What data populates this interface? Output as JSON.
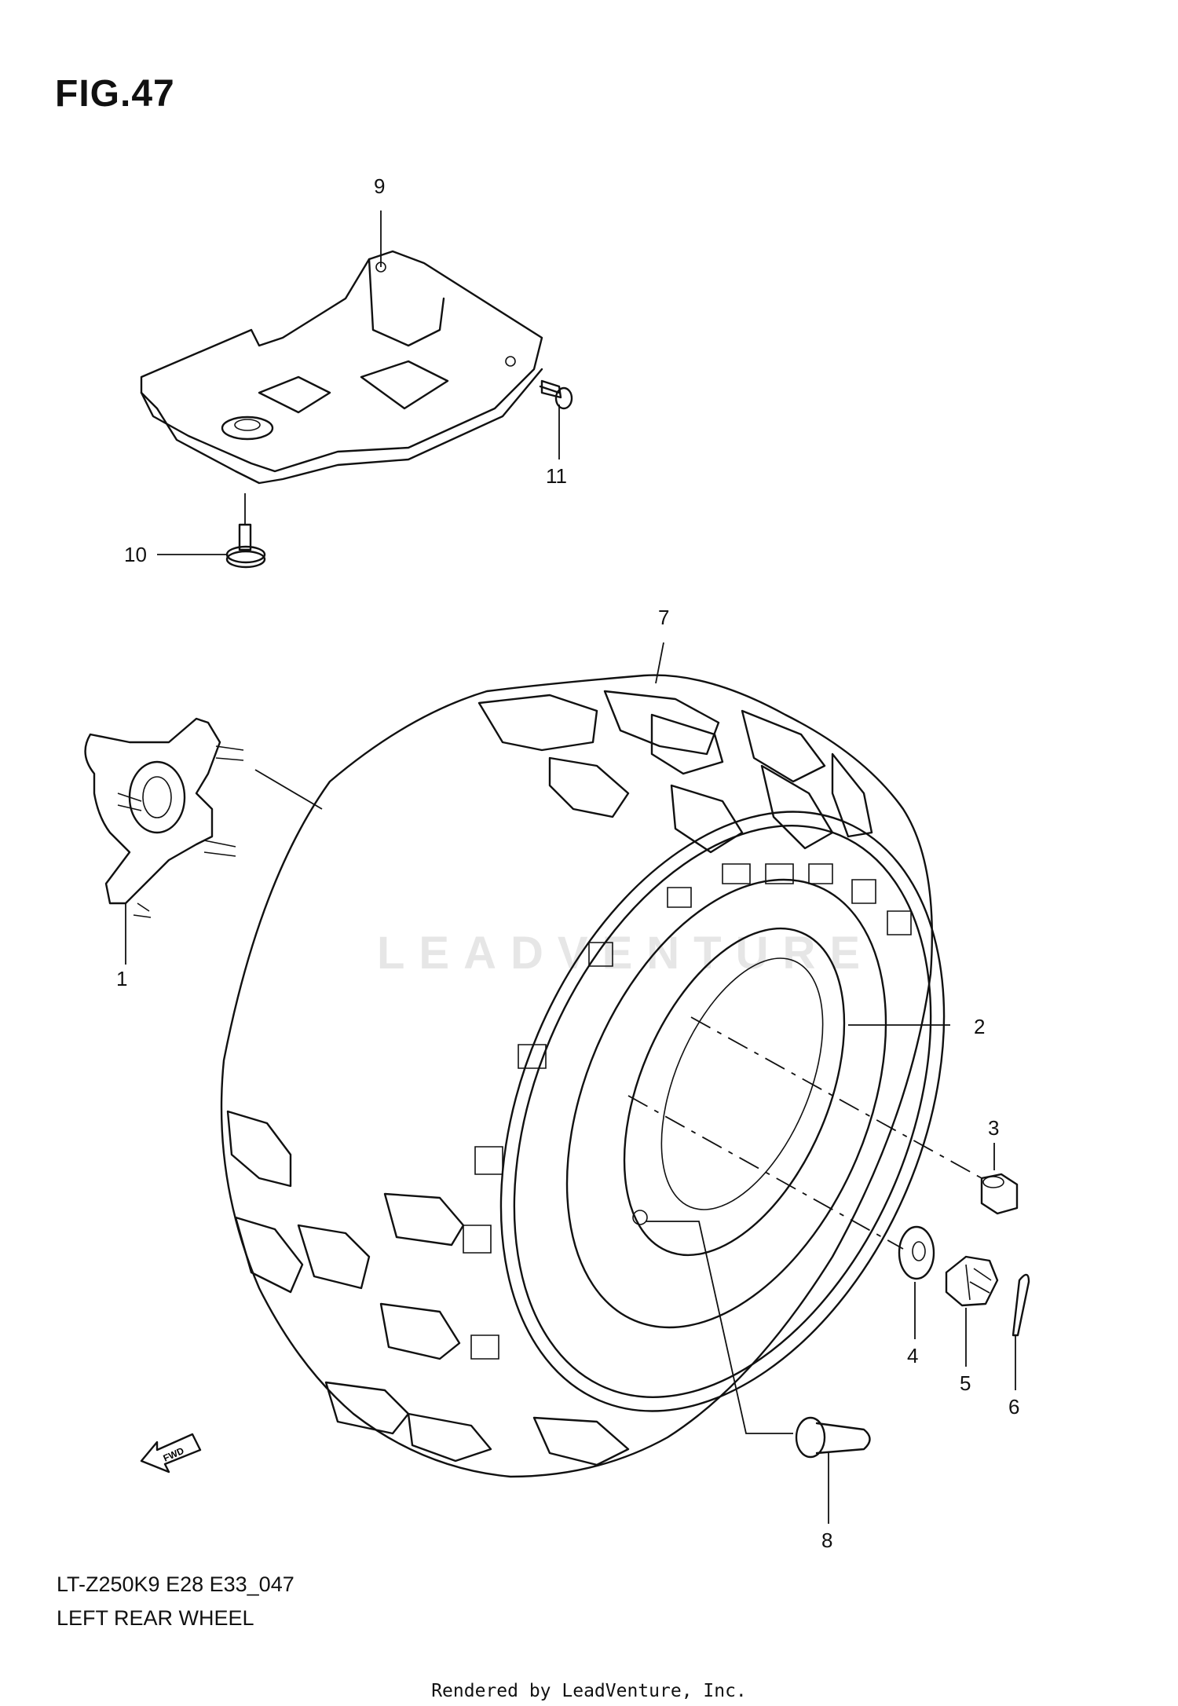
{
  "figure": {
    "title": "FIG.47"
  },
  "watermark": "LEADVENTURE",
  "callouts": [
    {
      "id": "1",
      "label": "1"
    },
    {
      "id": "2",
      "label": "2"
    },
    {
      "id": "3",
      "label": "3"
    },
    {
      "id": "4",
      "label": "4"
    },
    {
      "id": "5",
      "label": "5"
    },
    {
      "id": "6",
      "label": "6"
    },
    {
      "id": "7",
      "label": "7"
    },
    {
      "id": "8",
      "label": "8"
    },
    {
      "id": "9",
      "label": "9"
    },
    {
      "id": "10",
      "label": "10"
    },
    {
      "id": "11",
      "label": "11"
    }
  ],
  "fwd_arrow": {
    "label": "FWD"
  },
  "caption": {
    "code": "LT-Z250K9 E28 E33_047",
    "name": "LEFT REAR WHEEL"
  },
  "footer": {
    "text": "Rendered by LeadVenture, Inc."
  }
}
